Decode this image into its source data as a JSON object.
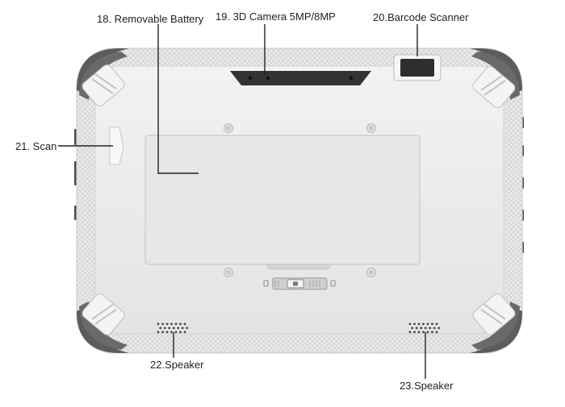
{
  "labels": {
    "battery": "18. Removable Battery",
    "camera": "19. 3D Camera 5MP/8MP",
    "barcode": "20.Barcode Scanner",
    "scan": "21. Scan",
    "speaker_left": "22.Speaker",
    "speaker_right": "23.Speaker"
  },
  "colors": {
    "body": "#eeeeee",
    "texture": "#d6d6d6",
    "bumper": "#5c5c5c",
    "panel": "#e6e6e6",
    "lens": "#2a2a2a",
    "line": "#222222"
  }
}
